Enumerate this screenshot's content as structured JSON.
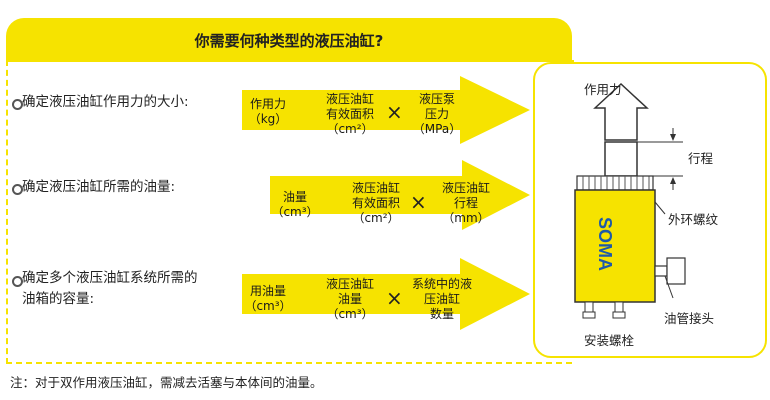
{
  "title": "你需要何种类型的液压油缸?",
  "rows": [
    {
      "question": "确定液压油缸作用力的大小:",
      "terms": [
        "作用力\n（kg）",
        "液压油缸\n有效面积\n（cm²）",
        "液压泵\n压力\n（MPa）"
      ]
    },
    {
      "question": "确定液压油缸所需的油量:",
      "terms": [
        "油量\n（cm³）",
        "液压油缸\n有效面积\n（cm²）",
        "液压油缸\n行程\n（mm）"
      ]
    },
    {
      "question": "确定多个液压油缸系统所需的\n油箱的容量:",
      "terms": [
        "用油量\n（cm³）",
        "液压油缸\n油量\n（cm³）",
        "系统中的液\n压油缸\n数量"
      ]
    }
  ],
  "operators": {
    "equals": "=",
    "times": "×"
  },
  "diagram": {
    "force_label": "作用力",
    "stroke_label": "行程",
    "thread_label": "外环螺纹",
    "hose_label": "油管接头",
    "bolt_label": "安装螺栓",
    "brand": "SOMA"
  },
  "note": "注：对于双作用液压油缸，需减去活塞与本体间的油量。",
  "colors": {
    "accent": "#f6e300",
    "text": "#222222",
    "brand_blue": "#1e5aa8"
  }
}
